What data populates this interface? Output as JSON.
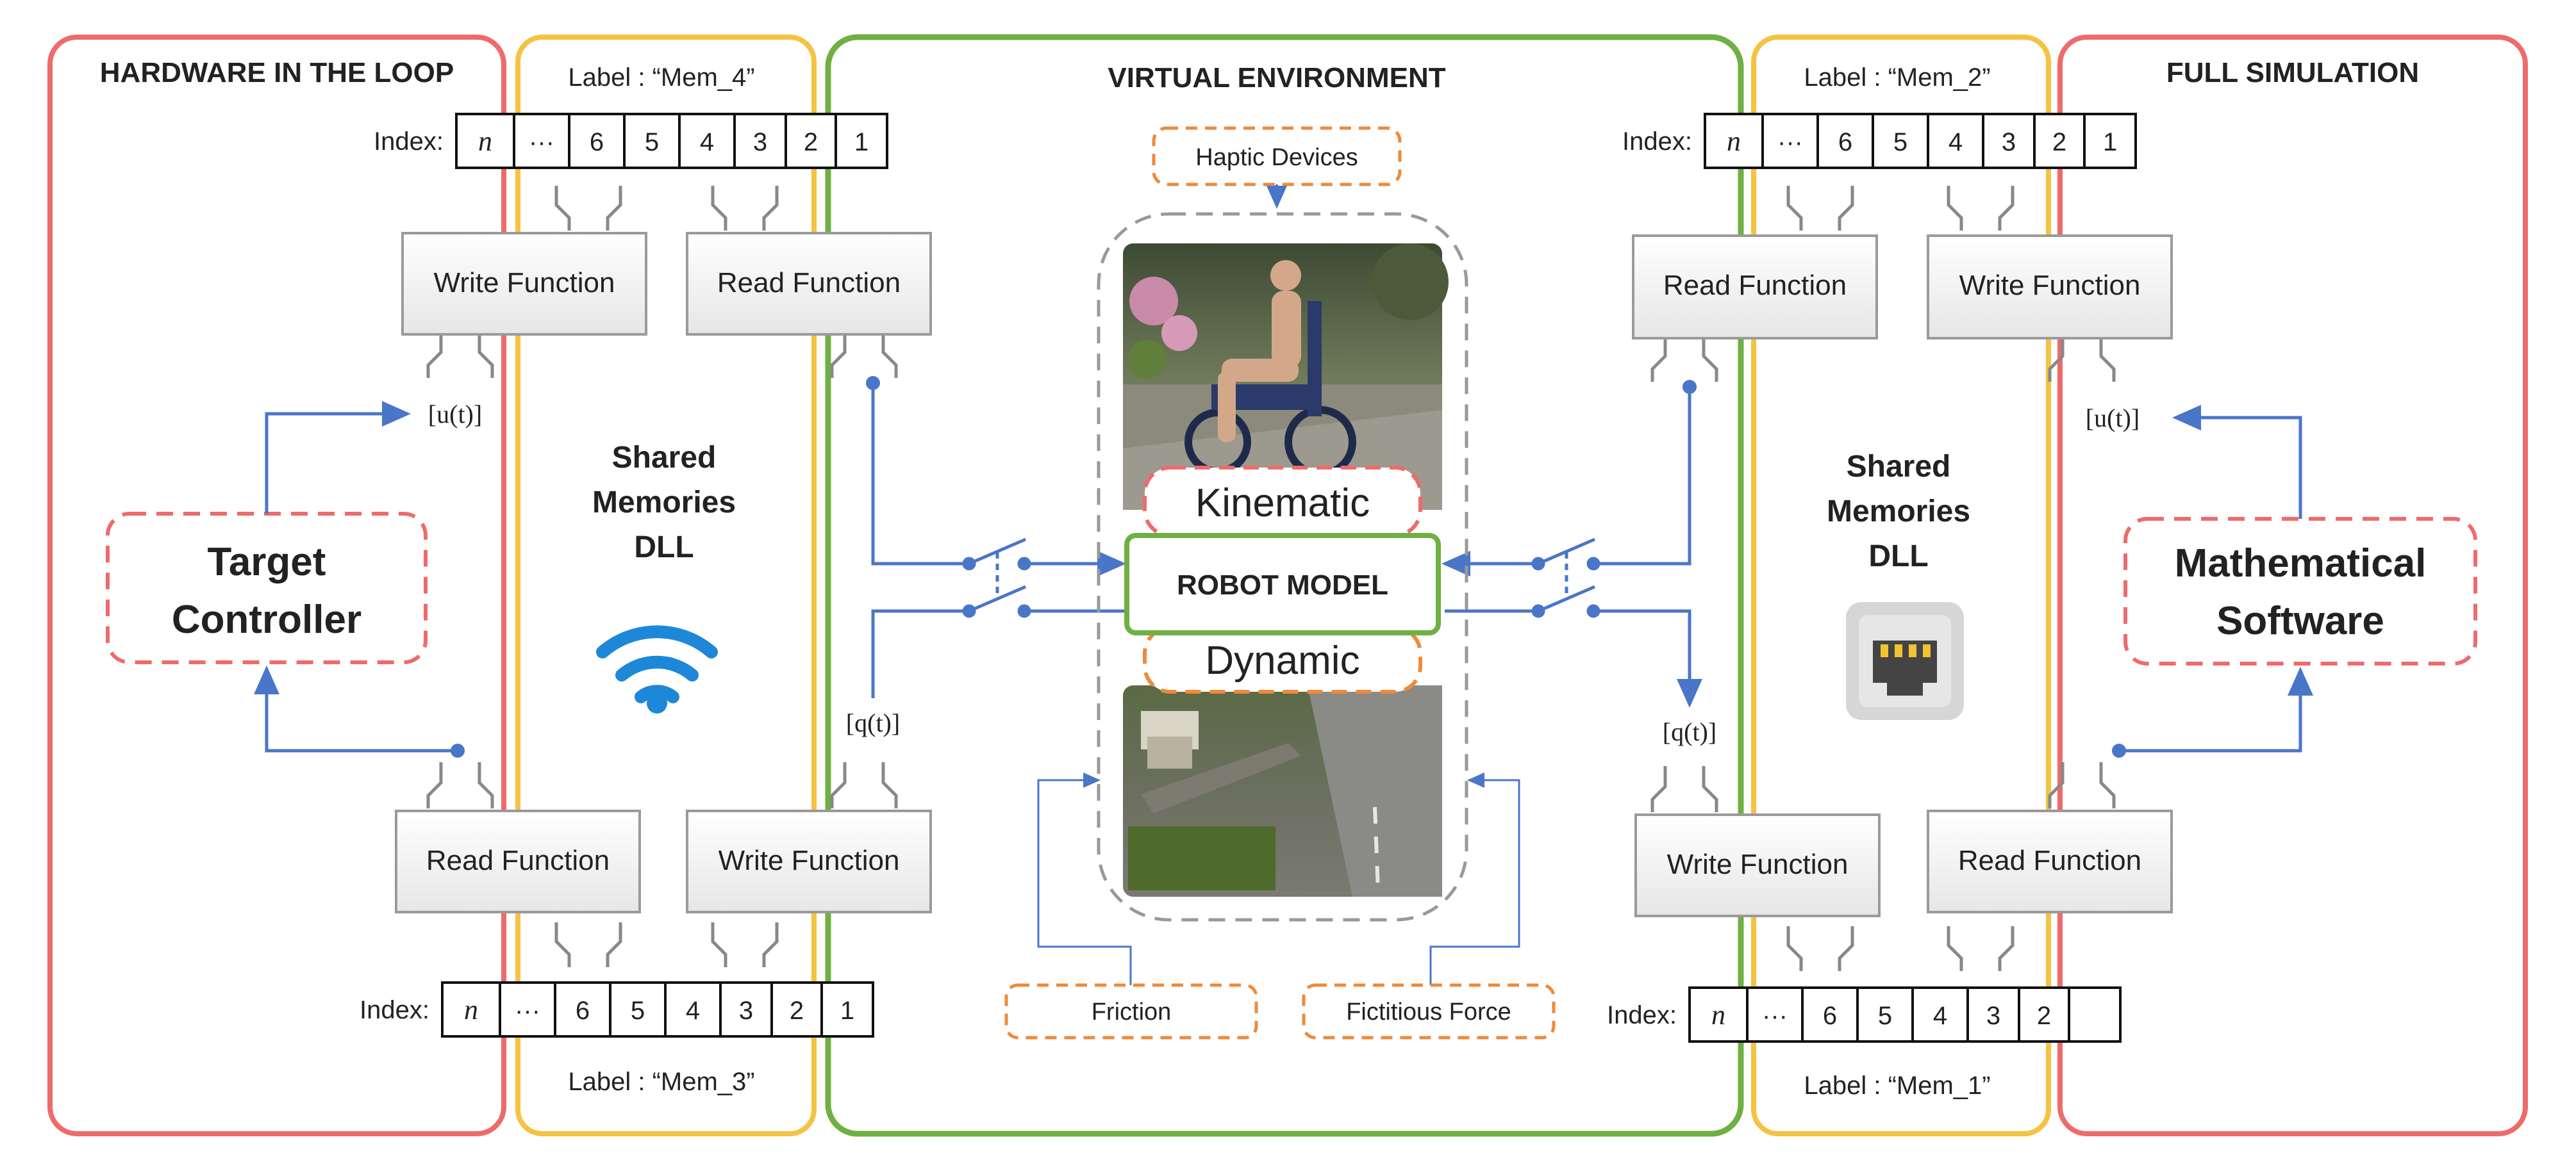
{
  "panels": {
    "hil_title": "HARDWARE IN THE LOOP",
    "virtual_title": "VIRTUAL ENVIRONMENT",
    "full_title": "FULL SIMULATION"
  },
  "memories": {
    "mem4_label": "Label : “Mem_4”",
    "mem3_label": "Label : “Mem_3”",
    "mem2_label": "Label : “Mem_2”",
    "mem1_label": "Label : “Mem_1”",
    "index_label": "Index:",
    "cells": [
      "n",
      "···",
      "6",
      "5",
      "4",
      "3",
      "2",
      "1"
    ],
    "cells_mem1": [
      "n",
      "···",
      "6",
      "5",
      "4",
      "3",
      "2",
      ""
    ]
  },
  "functions": {
    "write": "Write Function",
    "read": "Read Function"
  },
  "signals": {
    "u": "[u(t)]",
    "q": "[q(t)]"
  },
  "shared": {
    "line1": "Shared",
    "line2": "Memories",
    "line3": "DLL"
  },
  "blocks": {
    "target_line1": "Target",
    "target_line2": "Controller",
    "math_line1": "Mathematical",
    "math_line2": "Software",
    "robot_model": "ROBOT MODEL",
    "kinematic": "Kinematic",
    "dynamic": "Dynamic",
    "haptic": "Haptic Devices",
    "friction": "Friction",
    "fictitious": "Fictitious Force"
  },
  "colors": {
    "red_panel": "#ee6b6b",
    "yellow_panel": "#f5c242",
    "green_panel": "#6fb043",
    "orange_dashed": "#ee8a3a",
    "blue_arrow": "#4a76c9",
    "wifi": "#1e88d8"
  }
}
